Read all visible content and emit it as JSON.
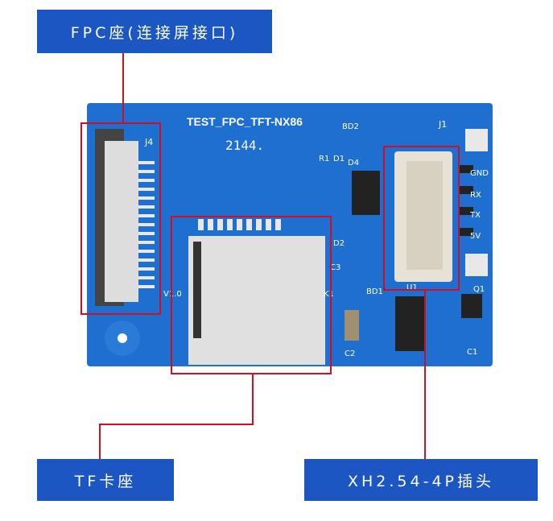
{
  "callouts": {
    "fpc": "FPC座(连接屏接口)",
    "tf": "TF卡座",
    "xh": "XH2.54-4P插头"
  },
  "board": {
    "silk_title": "TEST_FPC_TFT-NX86",
    "silk_date": "2144.",
    "labels": {
      "j4": "J4",
      "j1": "J1",
      "bd2": "BD2",
      "r1": "R1",
      "d1": "D1",
      "d4": "D4",
      "d2": "D2",
      "c3": "C3",
      "bd1": "BD1",
      "u1": "U1",
      "q1": "Q1",
      "c1": "C1",
      "c2": "C2",
      "k1": "K1",
      "v10": "V1.0"
    },
    "pins": [
      "GND",
      "RX",
      "TX",
      "5V"
    ]
  },
  "colors": {
    "label_bg": "#1c56c2",
    "callout_line": "#d01020",
    "pcb": "#1f6fd0"
  }
}
